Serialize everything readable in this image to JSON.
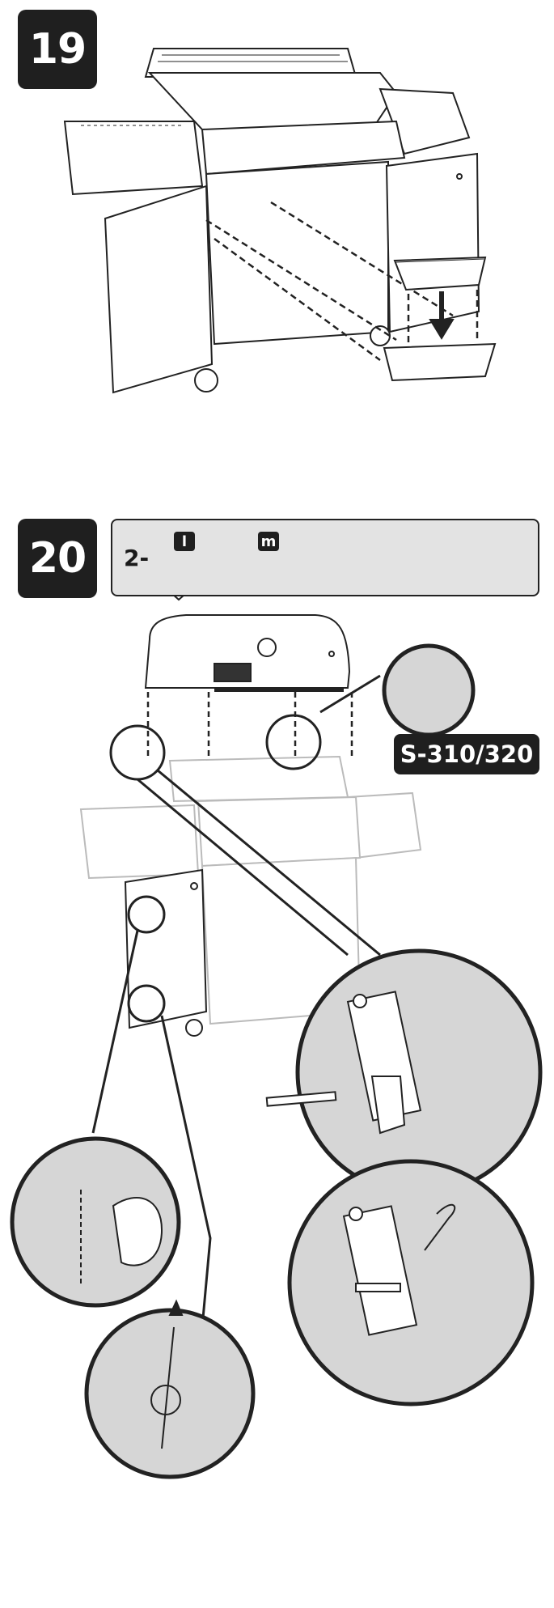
{
  "step19": {
    "number": "19"
  },
  "step20": {
    "number": "20",
    "parts": {
      "quantity": "2-",
      "key_l": "l",
      "key_m": "m"
    },
    "model_tag": "S-310/320"
  },
  "colors": {
    "badge": "#1f1f1f",
    "panel": "#e3e3e3",
    "detail_fill": "#d6d6d6"
  }
}
